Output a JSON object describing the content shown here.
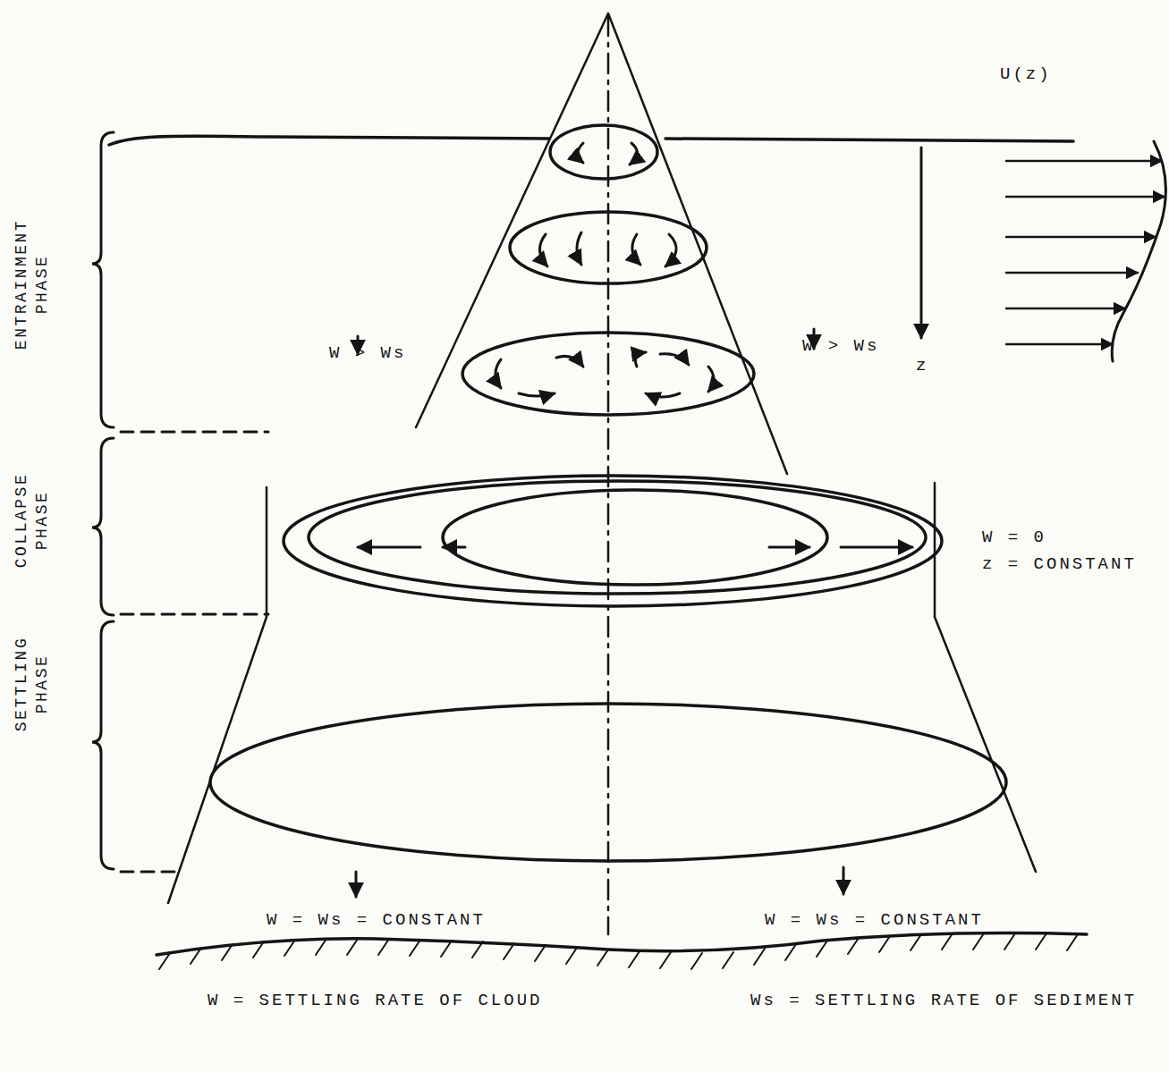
{
  "diagram": {
    "labels": [
      "ENTRAINMENT PHASE",
      "COLLAPSE PHASE",
      "SETTLING PHASE",
      "U(z)",
      "W > Ws",
      "W > Ws",
      "z",
      "W = 0",
      "z = CONSTANT",
      "W = Ws = CONSTANT",
      "W = Ws = CONSTANT",
      "W = SETTLING RATE OF CLOUD",
      "Ws = SETTLING RATE OF SEDIMENT"
    ]
  }
}
